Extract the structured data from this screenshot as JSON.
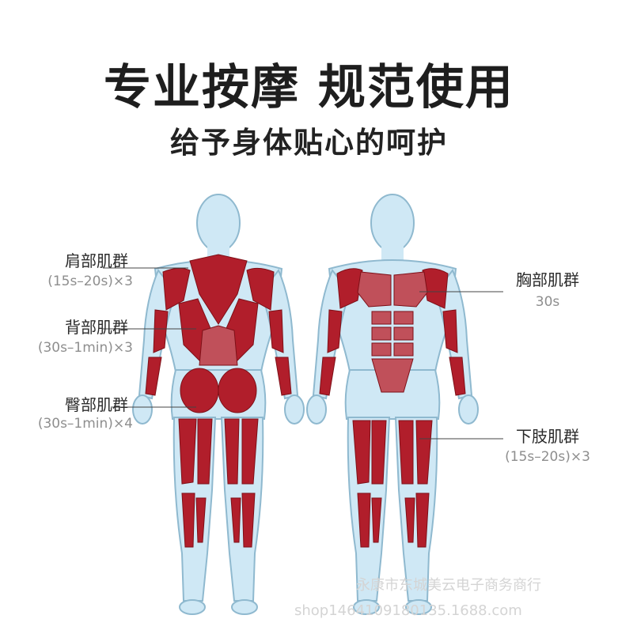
{
  "header": {
    "title": "专业按摩 规范使用",
    "subtitle": "给予身体贴心的呵护"
  },
  "labels": {
    "shoulder": {
      "name": "肩部肌群",
      "time": "(15s–20s)×3"
    },
    "back": {
      "name": "背部肌群",
      "time": "(30s–1min)×3"
    },
    "glute": {
      "name": "臀部肌群",
      "time": "(30s–1min)×4"
    },
    "chest": {
      "name": "胸部肌群",
      "time": "30s"
    },
    "legs": {
      "name": "下肢肌群",
      "time": "(15s–20s)×3"
    }
  },
  "watermark": {
    "line1": "永康市东城美云电子商务商行",
    "line2": "shop1464109180135.1688.com"
  },
  "colors": {
    "skin": "#cfe8f5",
    "skin_outline": "#8fb9cf",
    "muscle": "#b11e2b",
    "muscle_light": "#c0505a"
  }
}
